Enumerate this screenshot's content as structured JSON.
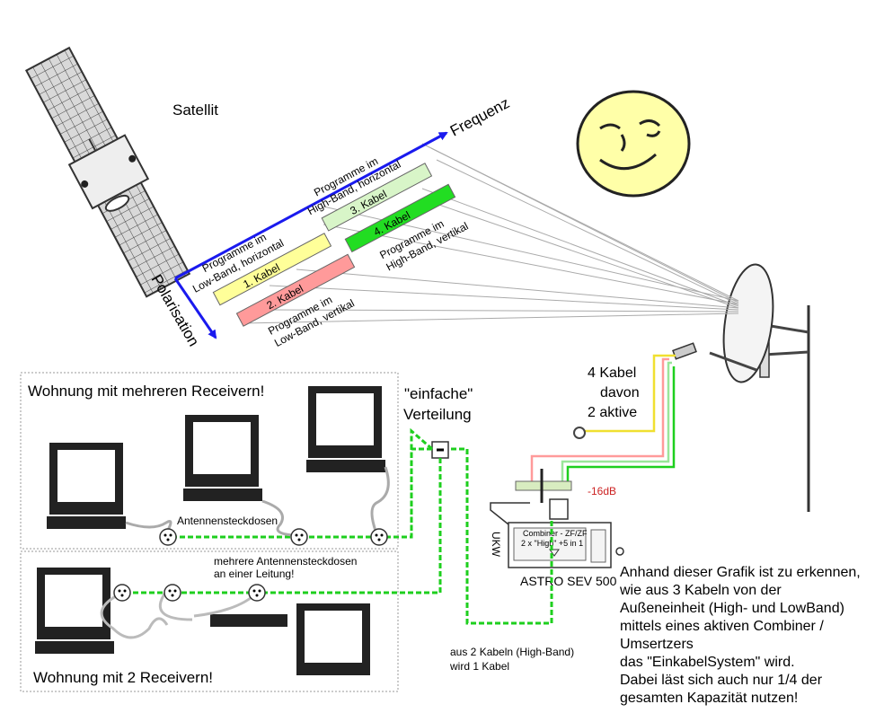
{
  "satellite": {
    "label": "Satellit"
  },
  "axes": {
    "frequency_label": "Frequenz",
    "polarisation_label": "Polarisation"
  },
  "bands": [
    {
      "cable_label": "1. Kabel",
      "program_line1": "Programme im",
      "program_line2": "Low-Band, horizontal",
      "color": "#ffff99"
    },
    {
      "cable_label": "2. Kabel",
      "program_line1": "Programme im",
      "program_line2": "Low-Band, vertikal",
      "color": "#ff9a9a"
    },
    {
      "cable_label": "3. Kabel",
      "program_line1": "Programme im",
      "program_line2": "High-Band, horizontal",
      "color": "#d8f5c8"
    },
    {
      "cable_label": "4. Kabel",
      "program_line1": "Programme im",
      "program_line2": "High-Band, vertikal",
      "color": "#22dd22"
    }
  ],
  "lnb_cables": {
    "line1": "4 Kabel",
    "line2": "davon",
    "line3": "2 aktive"
  },
  "attenuation": "-16dB",
  "combiner": {
    "title": "Combiner - ZF/ZF",
    "subtitle": "2 x \"High\" +5 in 1",
    "side_label": "UKW",
    "model": "ASTRO SEV 500"
  },
  "distribution": {
    "line1": "\"einfache\"",
    "line2": "Verteilung"
  },
  "apartment_top": {
    "title": "Wohnung mit mehreren Receivern!",
    "sockets_label": "Antennensteckdosen"
  },
  "apartment_bottom": {
    "title": "Wohnung mit 2 Receivern!",
    "sockets_line1": "mehrere Antennensteckdosen",
    "sockets_line2": "an einer Leitung!"
  },
  "highband_note": {
    "line1": "aus 2 Kabeln (High-Band)",
    "line2": "wird 1 Kabel"
  },
  "explanation": [
    "Anhand dieser Grafik ist zu erkennen,",
    "wie aus 3 Kabeln  von der",
    "Außeneinheit (High- und LowBand)",
    "mittels eines aktiven Combiner /",
    "Umsertzers",
    "das \"EinkabelSystem\" wird.",
    "Dabei läst sich auch nur 1/4 der",
    "gesamten Kapazität nutzen!"
  ],
  "colors": {
    "axis": "#1a1aee",
    "green_cable": "#1ecf1e",
    "red_cable": "#ff9a9a",
    "yellow_cable": "#f0e030",
    "moon": "#ffffa8",
    "box_border": "#999999"
  }
}
